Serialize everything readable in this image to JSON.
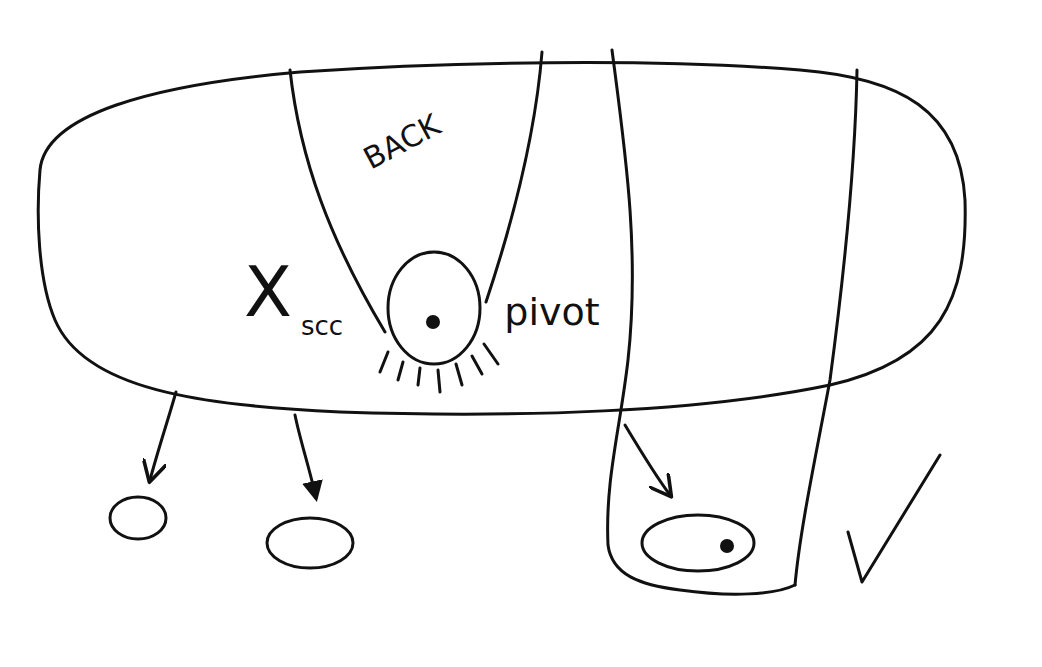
{
  "diagram": {
    "labels": [
      "BACK",
      "X",
      "scc",
      "pivot"
    ]
  }
}
